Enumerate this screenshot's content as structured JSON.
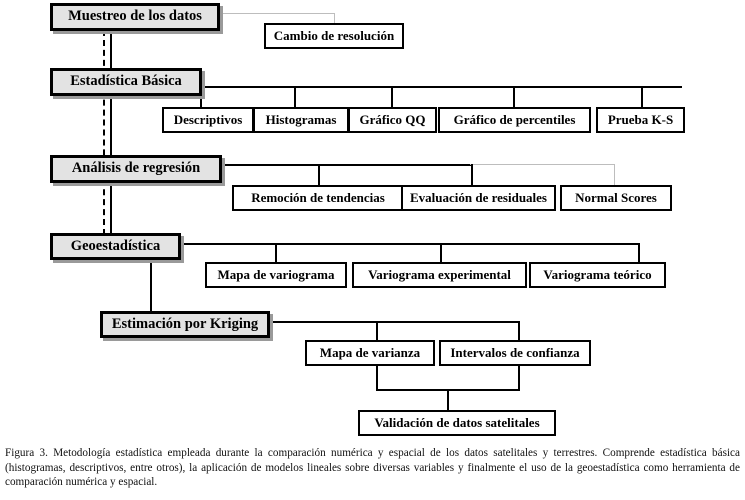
{
  "figure": {
    "title": "Figura 3. Metodología estadística empleada durante la comparación numérica y espacial de los datos satelitales y terrestres.",
    "caption": "Figura 3. Metodología estadística empleada durante la comparación numérica y espacial de los datos satelitales y terrestres. Comprende estadística básica (histogramas, descriptivos, entre otros), la aplicación de modelos lineales sobre diversas variables y finalmente el uso de la geoestadística como herramienta de comparación numérica y espacial."
  },
  "colors": {
    "stage_fill": "#e3e3e3",
    "leaf_fill": "#ffffff",
    "border": "#000000",
    "faint_line": "#bdbdbd",
    "shadow": "#9a9a9a"
  },
  "diagram": {
    "type": "flowchart",
    "orientation": "top-down",
    "stages": [
      {
        "id": "muestreo",
        "label": "Muestreo de los datos"
      },
      {
        "id": "estadistica",
        "label": "Estadística Básica"
      },
      {
        "id": "regresion",
        "label": "Análisis de regresión"
      },
      {
        "id": "geoestadistica",
        "label": "Geoestadística"
      },
      {
        "id": "kriging",
        "label": "Estimación por Kriging"
      }
    ],
    "children": {
      "muestreo": [
        {
          "label": "Cambio de resolución"
        }
      ],
      "estadistica": [
        {
          "label": "Descriptivos"
        },
        {
          "label": "Histogramas"
        },
        {
          "label": "Gráfico QQ"
        },
        {
          "label": "Gráfico de percentiles"
        },
        {
          "label": "Prueba K-S"
        }
      ],
      "regresion": [
        {
          "label": "Remoción de tendencias"
        },
        {
          "label": "Evaluación de residuales"
        },
        {
          "label": "Normal Scores"
        }
      ],
      "geoestadistica": [
        {
          "label": "Mapa de variograma"
        },
        {
          "label": "Variograma experimental"
        },
        {
          "label": "Variograma teórico"
        }
      ],
      "kriging": [
        {
          "label": "Mapa de varianza"
        },
        {
          "label": "Intervalos de confianza"
        }
      ]
    },
    "terminal": {
      "label": "Validación de datos satelitales"
    }
  }
}
